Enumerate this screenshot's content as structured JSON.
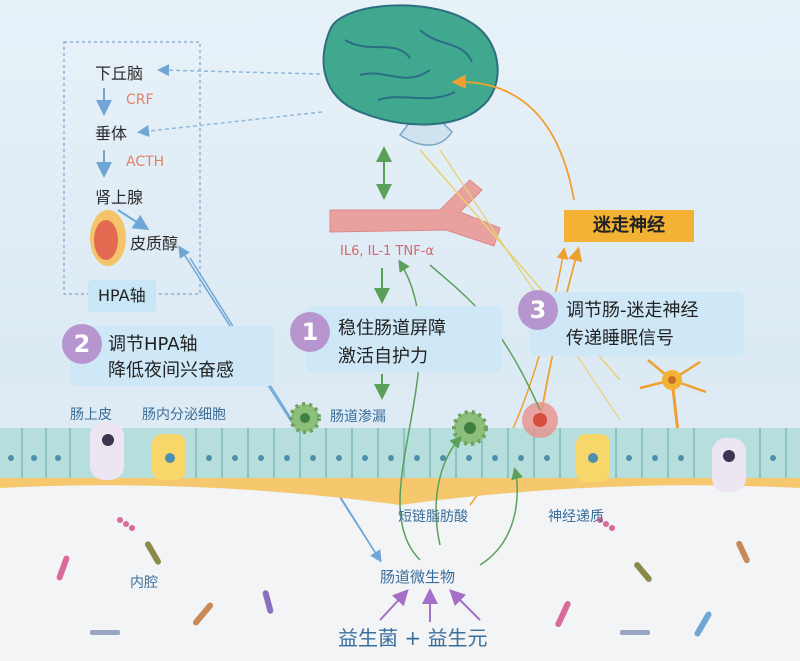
{
  "hpa": {
    "hypothalamus": "下丘脑",
    "crf": "CRF",
    "pituitary": "垂体",
    "acth": "ACTH",
    "adrenal": "肾上腺",
    "cortisol": "皮质醇",
    "axis_label": "HPA轴"
  },
  "points": [
    {
      "number": "1",
      "line1": "稳住肠道屏障",
      "line2": "激活自护力"
    },
    {
      "number": "2",
      "line1": "调节HPA轴",
      "line2": "降低夜间兴奋感"
    },
    {
      "number": "3",
      "line1": "调节肠-迷走神经",
      "line2": "传递睡眠信号"
    }
  ],
  "vagus_nerve": "迷走神经",
  "cytokines": "IL6, IL-1 TNF-α",
  "gut": {
    "epithelium": "肠上皮",
    "endocrine_cells": "肠内分泌细胞",
    "leaky_gut": "肠道渗漏",
    "scfa": "短链脂肪酸",
    "neurotransmitters": "神经递质",
    "lumen": "内腔",
    "microbiota": "肠道微生物",
    "probiotics": "益生菌 + 益生元"
  },
  "colors": {
    "brain": "#3fa88e",
    "vagus": "#f3b233",
    "badge": "#b796cf",
    "pill": "#c9e6f6",
    "cytokine_text": "#d8666c",
    "hormone_text": "#e2816a"
  }
}
